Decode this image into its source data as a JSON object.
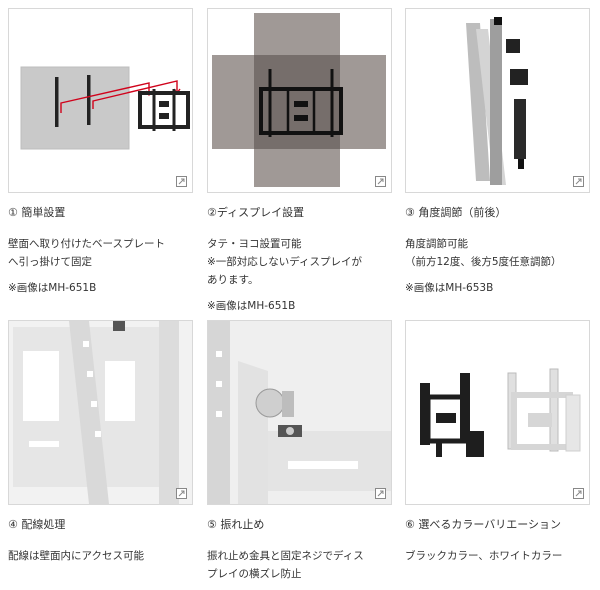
{
  "colors": {
    "border": "#d8d8d8",
    "text": "#333333",
    "accent": "#d0021b",
    "gray_square": "#8f8784"
  },
  "icons": {
    "zoom": "zoom-expand-icon"
  },
  "features": [
    {
      "caption": "① 簡単設置",
      "lines": [
        "壁面へ取り付けたベースプレート",
        "へ引っ掛けて固定",
        "",
        "※画像はMH-651B"
      ]
    },
    {
      "caption": "②ディスプレイ設置",
      "lines": [
        "タテ・ヨコ設置可能",
        "※一部対応しないディスプレイが",
        "あります。",
        "",
        "※画像はMH-651B"
      ]
    },
    {
      "caption": "③ 角度調節（前後）",
      "lines": [
        "角度調節可能",
        "（前方12度、後方5度任意調節）",
        "",
        "※画像はMH-653B"
      ]
    },
    {
      "caption": "④ 配線処理",
      "lines": [
        "配線は壁面内にアクセス可能"
      ]
    },
    {
      "caption": "⑤ 振れ止め",
      "lines": [
        "振れ止め金具と固定ネジでディス",
        "プレイの横ズレ防止"
      ]
    },
    {
      "caption": "⑥ 選べるカラーバリエーション",
      "lines": [
        "ブラックカラー、ホワイトカラー"
      ]
    }
  ]
}
